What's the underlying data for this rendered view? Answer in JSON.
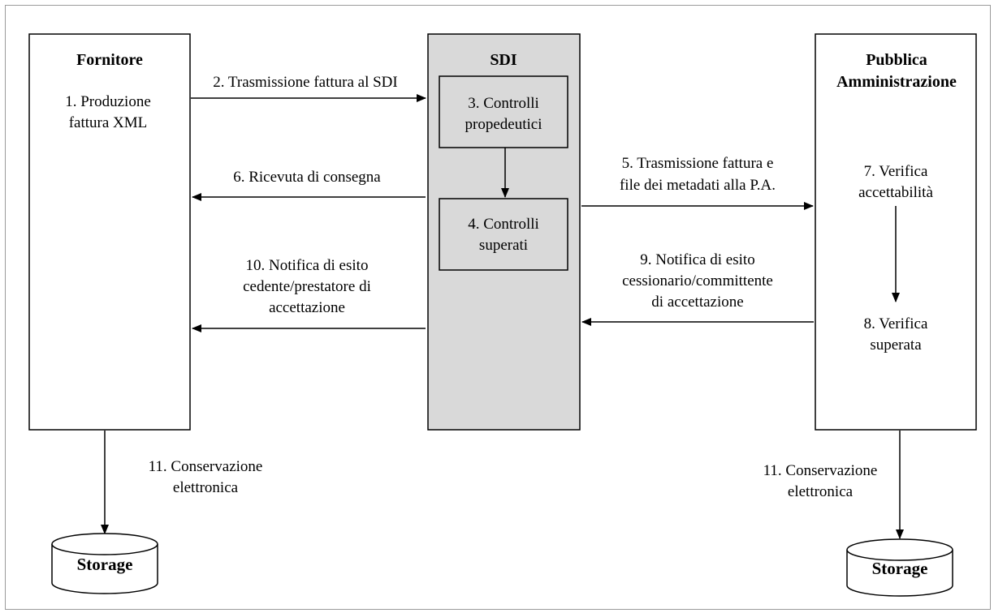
{
  "fornitore": {
    "title": "Fornitore",
    "step1": [
      "1. Produzione",
      "fattura XML"
    ]
  },
  "sdi": {
    "title": "SDI",
    "step3": [
      "3. Controlli",
      "propedeutici"
    ],
    "step4": [
      "4. Controlli",
      "superati"
    ]
  },
  "pa": {
    "title": [
      "Pubblica",
      "Amministrazione"
    ],
    "step7": [
      "7. Verifica",
      "accettabilità"
    ],
    "step8": [
      "8. Verifica",
      "superata"
    ]
  },
  "arrows": {
    "step2": "2. Trasmissione fattura al SDI",
    "step6": "6. Ricevuta di consegna",
    "step5": [
      "5. Trasmissione fattura e",
      "file dei metadati alla P.A."
    ],
    "step10": [
      "10. Notifica di esito",
      "cedente/prestatore di",
      "accettazione"
    ],
    "step9": [
      "9. Notifica di esito",
      "cessionario/committente",
      "di accettazione"
    ]
  },
  "storage_left": {
    "label": "Storage",
    "step11": [
      "11. Conservazione",
      "elettronica"
    ]
  },
  "storage_right": {
    "label": "Storage",
    "step11": [
      "11. Conservazione",
      "elettronica"
    ]
  },
  "colors": {
    "sdi_fill": "#d9d9d9",
    "line": "#000000",
    "frame": "#9a9a9a"
  }
}
